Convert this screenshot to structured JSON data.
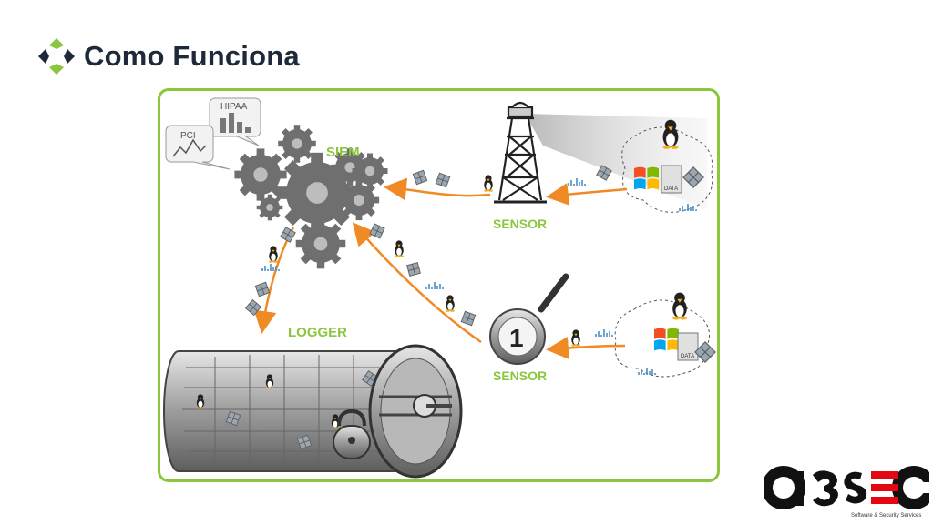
{
  "slide": {
    "title": "Como Funciona",
    "title_icon": "diamond-arrows-icon"
  },
  "diagram": {
    "siem_label": "SIEM",
    "logger_label": "LOGGER",
    "sensor_top_label": "SENSOR",
    "sensor_bottom_label": "SENSOR",
    "hipaa_label": "HIPAA",
    "pci_label": "PCI",
    "data_label_top": "DATA",
    "data_label_bottom": "DATA",
    "sensor_badge": "1",
    "colors": {
      "frame": "#8cc63f",
      "label": "#8cc63f",
      "arrow": "#f08a24",
      "title": "#1e2a3a",
      "brand_red": "#e30613"
    }
  },
  "brand": {
    "name": "a3sec",
    "tagline": "Software & Security Services"
  }
}
